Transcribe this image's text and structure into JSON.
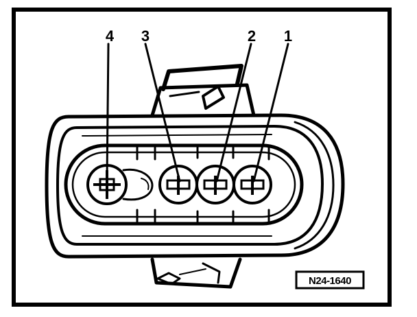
{
  "figure": {
    "pins": [
      {
        "label": "4"
      },
      {
        "label": "3"
      },
      {
        "label": "2"
      },
      {
        "label": "1"
      }
    ],
    "reference_code": "N24-1640",
    "colors": {
      "ink": "#000000",
      "paper": "#ffffff"
    }
  }
}
